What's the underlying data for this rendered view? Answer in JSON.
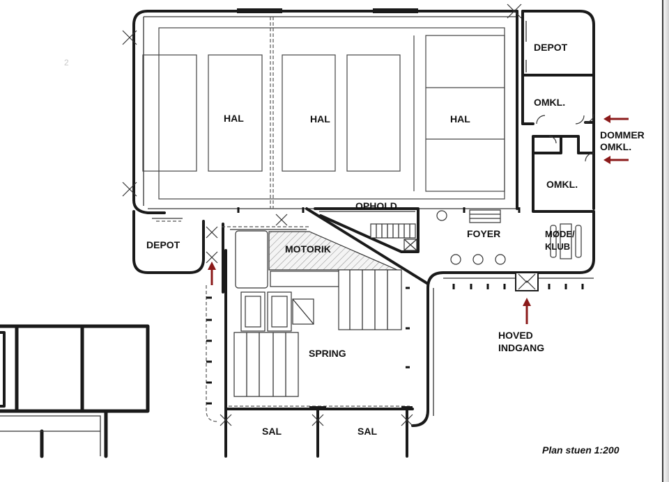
{
  "labels": {
    "hal1": "HAL",
    "hal2": "HAL",
    "hal3": "HAL",
    "depot_top": "DEPOT",
    "omkl_top": "OMKL.",
    "dommer_line1": "DOMMER",
    "dommer_line2": "OMKL.",
    "omkl_bottom": "OMKL.",
    "ophold": "OPHOLD",
    "foyer": "FOYER",
    "mode_line1": "MØDE/",
    "mode_line2": "KLUB",
    "depot_left": "DEPOT",
    "motorik": "MOTORIK",
    "spring": "SPRING",
    "hoved_line1": "HOVED",
    "hoved_line2": "INDGANG",
    "sal1": "SAL",
    "sal2": "SAL",
    "scale_note": "Plan stuen 1:200",
    "page_number": "2"
  },
  "colors": {
    "wall": "#1a1a1a",
    "arrow": "#8b1a1a",
    "background": "#ffffff"
  }
}
